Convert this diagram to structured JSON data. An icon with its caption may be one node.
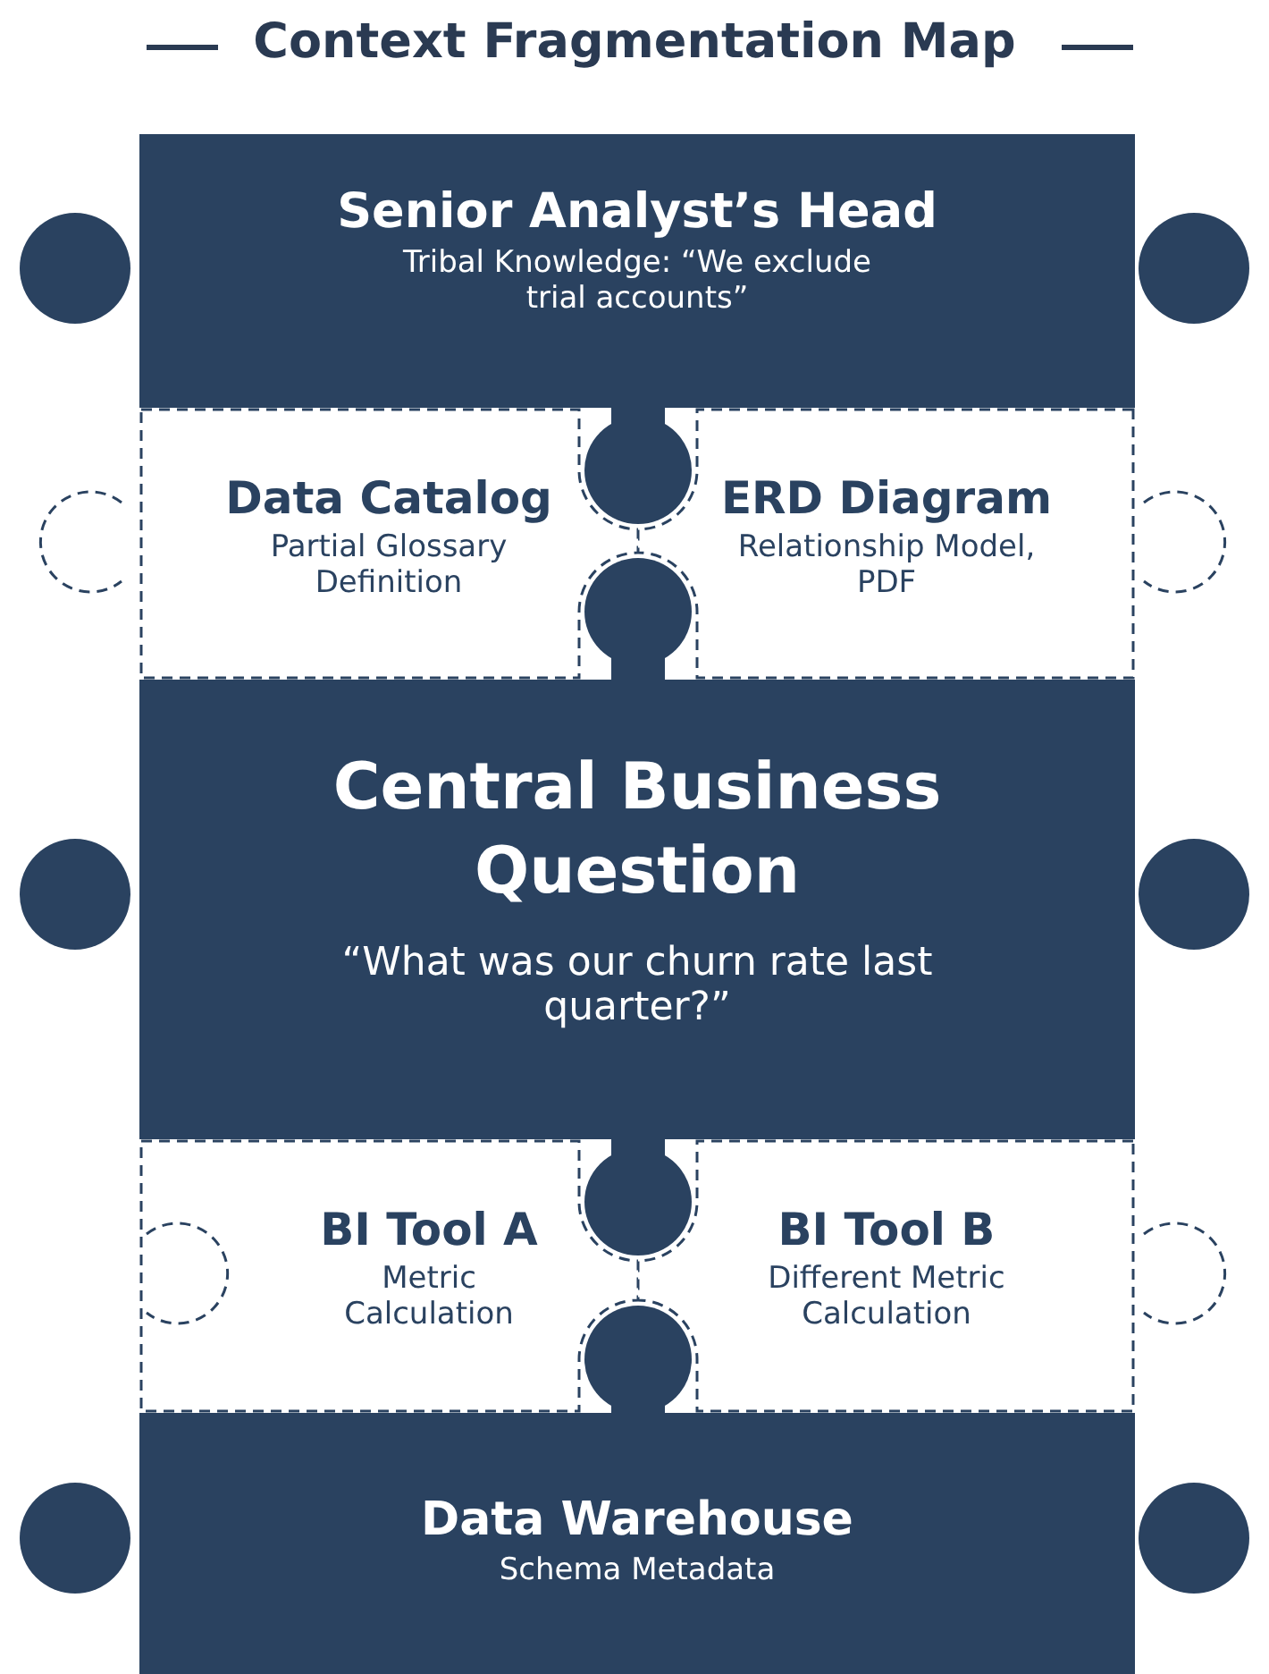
{
  "diagram": {
    "title": "Context Fragmentation Map",
    "nodes": [
      {
        "text": [
          "Senior Analyst’s Head",
          "Tribal Knowledge: “We exclude trial accounts”"
        ]
      },
      {
        "text": [
          "Data Catalog",
          "Partial Glossary Definition"
        ]
      },
      {
        "text": [
          "ERD Diagram",
          "Relationship Model, PDF"
        ]
      },
      {
        "text": [
          "Central Business Question",
          "“What was our churn rate last quarter?”"
        ]
      },
      {
        "text": [
          "BI Tool A",
          "Metric Calculation"
        ]
      },
      {
        "text": [
          "BI Tool B",
          "Different Metric Calculation"
        ]
      },
      {
        "text": [
          "Data Warehouse",
          "Schema Metadata"
        ]
      }
    ],
    "edges": []
  }
}
